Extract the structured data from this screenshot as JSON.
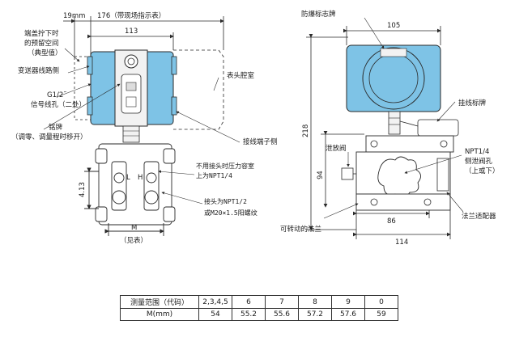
{
  "colors": {
    "housing_blue": "#7ec3e6",
    "line": "#2a2a2a",
    "body_grey": "#f2f2f2"
  },
  "left_view": {
    "dim_cap_offset": "19mm",
    "dim_overall": "176（带现场指示表）",
    "dim_housing": "113",
    "dim_flange_gap": "4.13",
    "label_L": "L",
    "label_H": "H",
    "label_M": "M",
    "label_M_note": "（见表）",
    "callout_cap_clearance": [
      "端盖拧下时",
      "的预留空间",
      "（典型值）"
    ],
    "callout_wiring_side": "变送器线路侧",
    "callout_conduit": [
      "G1/2˜",
      "信号线孔（二处）"
    ],
    "callout_nameplate": [
      "铭牌",
      "（调零、调量程时移开）"
    ],
    "callout_meter_cavity": "表头腔室",
    "callout_terminal_side": "接线端子侧",
    "callout_pressure_port": [
      "不用接头时压力容室",
      "上为NPT1/4"
    ],
    "callout_fitting": [
      "接头为NPT1/2",
      "或M20×1.5阳螺纹"
    ]
  },
  "right_view": {
    "dim_top": "105",
    "dim_height": "218",
    "dim_lower": "94",
    "dim_bottom_86": "86",
    "dim_bottom_114": "114",
    "callout_explosion_plate": "防爆标志牌",
    "callout_tag": "挂线标牌",
    "callout_vent_valve": "泄放阀",
    "callout_side_vent": [
      "NPT1/4",
      "侧泄阀孔",
      "（上或下）"
    ],
    "callout_rotatable_flange": "可转动的法兰",
    "callout_flange_adapter": "法兰适配器"
  },
  "table": {
    "header_label": "测量范围（代码）",
    "row_label": "M(mm)",
    "codes": [
      "2,3,4,5",
      "6",
      "7",
      "8",
      "9",
      "0"
    ],
    "values": [
      "54",
      "55.2",
      "55.6",
      "57.2",
      "57.6",
      "59"
    ]
  }
}
